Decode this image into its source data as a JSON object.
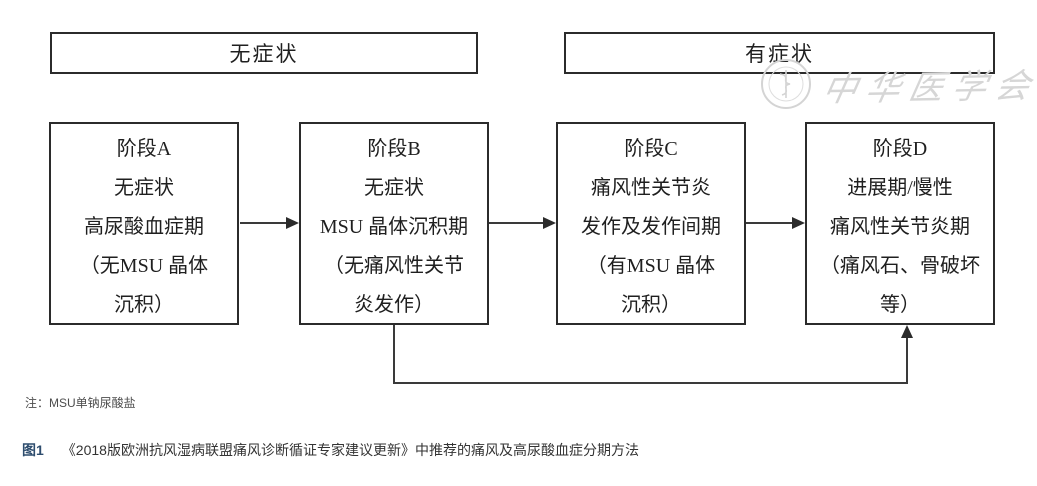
{
  "diagram": {
    "phase_headers": [
      {
        "id": "asymptomatic",
        "label": "无症状"
      },
      {
        "id": "symptomatic",
        "label": "有症状"
      }
    ],
    "stages": [
      {
        "id": "A",
        "lines": [
          "阶段A",
          "无症状",
          "高尿酸血症期",
          "（无MSU 晶体",
          "沉积）"
        ]
      },
      {
        "id": "B",
        "lines": [
          "阶段B",
          "无症状",
          "MSU 晶体沉积期",
          "（无痛风性关节",
          "炎发作）"
        ]
      },
      {
        "id": "C",
        "lines": [
          "阶段C",
          "痛风性关节炎",
          "发作及发作间期",
          "（有MSU 晶体",
          "沉积）"
        ]
      },
      {
        "id": "D",
        "lines": [
          "阶段D",
          "进展期/慢性",
          "痛风性关节炎期",
          "（痛风石、骨破坏",
          "等）"
        ]
      }
    ],
    "watermark": {
      "text": "中华医学会"
    },
    "colors": {
      "box_border": "#2b2b2b",
      "connector_line": "#3a3a3a",
      "watermark": "#d6d6d6",
      "figure_label": "#2e4d6e",
      "caption_text": "#333333",
      "note_text": "#4d4d4d"
    }
  },
  "note": {
    "text": "注：MSU单钠尿酸盐"
  },
  "caption": {
    "figure_label": "图1",
    "text": "《2018版欧洲抗风湿病联盟痛风诊断循证专家建议更新》中推荐的痛风及高尿酸血症分期方法"
  }
}
